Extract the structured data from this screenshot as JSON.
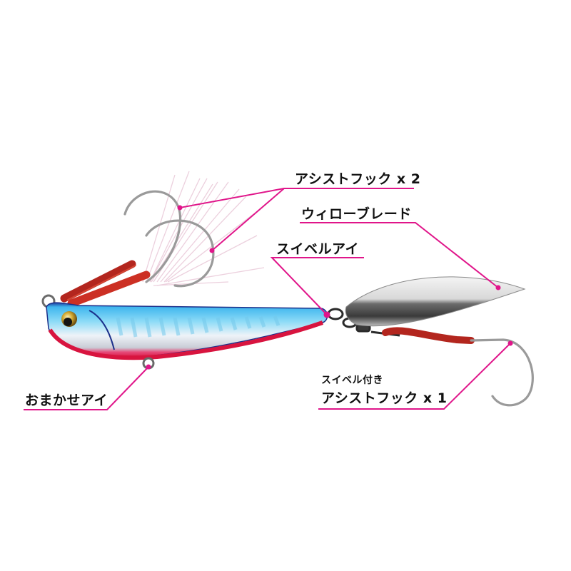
{
  "diagram": {
    "type": "product-parts-callout",
    "subject": "metal-jig-lure-with-willow-blade",
    "accent_color": "#e0158a",
    "callouts": [
      {
        "id": "assist-hook-2",
        "text": "アシストフック x 2",
        "target": "double assist hooks with flash"
      },
      {
        "id": "willow-blade",
        "text": "ウィローブレード",
        "target": "willow leaf blade"
      },
      {
        "id": "swivel-eye",
        "text": "スイベルアイ",
        "target": "tail swivel eye"
      },
      {
        "id": "swivel-assist-hook",
        "subtext": "スイベル付き",
        "text": "アシストフック x 1",
        "target": "rear assist hook with swivel"
      },
      {
        "id": "omakase-eye",
        "text": "おまかせアイ",
        "target": "belly eye"
      }
    ],
    "colors": {
      "line": "#e0158a",
      "body_blue": "#5fc8f0",
      "body_silver": "#e6eef5",
      "belly_red": "#e0204a",
      "thread_red": "#c0281e",
      "blade_silver": "#c9c9c9"
    }
  }
}
